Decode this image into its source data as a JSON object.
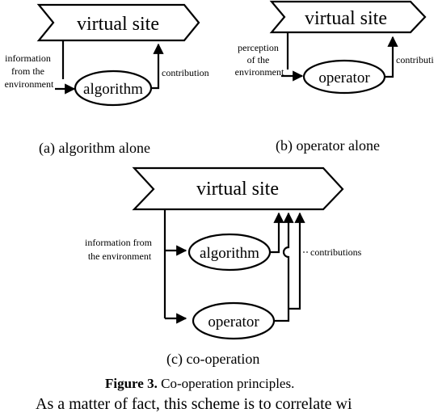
{
  "diagram_a": {
    "site_label": "virtual site",
    "node_label": "algorithm",
    "input_label_lines": [
      "information",
      "from the",
      "environment"
    ],
    "output_label": "contribution",
    "caption": "(a) algorithm alone"
  },
  "diagram_b": {
    "site_label": "virtual site",
    "node_label": "operator",
    "input_label_lines": [
      "perception",
      "of the",
      "environment"
    ],
    "output_label": "contributi",
    "caption": "(b) operator alone"
  },
  "diagram_c": {
    "site_label": "virtual site",
    "node1_label": "algorithm",
    "node2_label": "operator",
    "input_label_lines": [
      "information from",
      "the environment"
    ],
    "output_label": "contributions",
    "caption": "(c) co-operation"
  },
  "figure_caption": {
    "prefix": "Figure 3.",
    "text": " Co-operation principles."
  },
  "body_text": "As a matter of fact, this scheme is to correlate wi"
}
